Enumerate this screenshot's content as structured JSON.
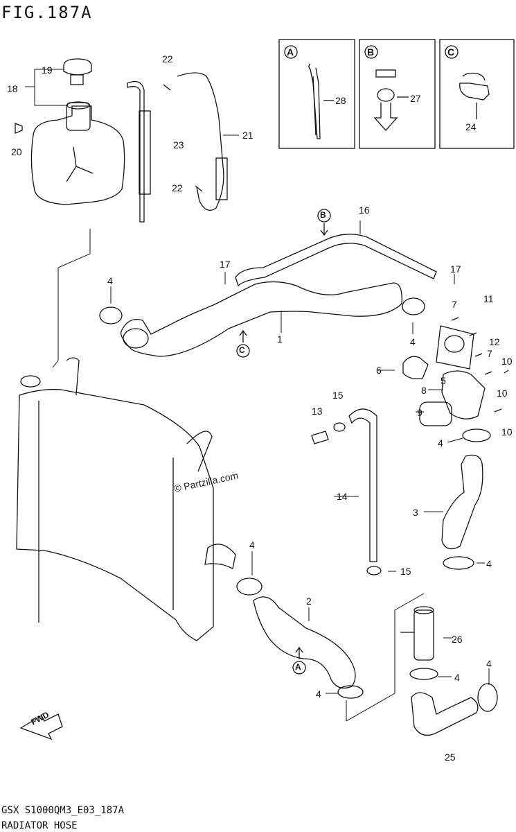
{
  "figure_title": "FIG.187A",
  "footer_code": "GSX  S1000QM3_E03_187A",
  "footer_name": "RADIATOR HOSE",
  "watermark": "© Partzilla.com",
  "detail_boxes": [
    {
      "letter": "A",
      "part": "28"
    },
    {
      "letter": "B",
      "part": "27"
    },
    {
      "letter": "C",
      "part": "24"
    }
  ],
  "arrow_markers": [
    "B",
    "C",
    "A"
  ],
  "fwd_label": "FWD",
  "part_labels": [
    "1",
    "2",
    "3",
    "4",
    "4",
    "4",
    "4",
    "4",
    "4",
    "4",
    "4",
    "5",
    "6",
    "7",
    "7",
    "8",
    "9",
    "10",
    "10",
    "10",
    "11",
    "12",
    "13",
    "14",
    "15",
    "15",
    "16",
    "17",
    "17",
    "18",
    "19",
    "20",
    "21",
    "22",
    "22",
    "23",
    "25",
    "26"
  ]
}
